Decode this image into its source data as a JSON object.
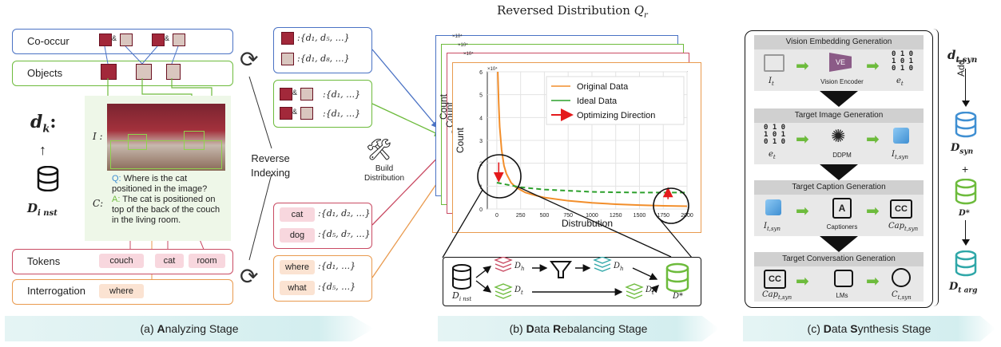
{
  "analyzing": {
    "cooccur": "Co-occur",
    "objects": "Objects",
    "tokens": "Tokens",
    "interrogation": "Interrogation",
    "token_chips": [
      "couch",
      "cat",
      "room"
    ],
    "interrogation_chip": "where",
    "image_label": "I :",
    "caption_label": "C:",
    "q_prefix": "Q:",
    "q_text": "Where is the cat positioned in the image?",
    "a_prefix": "A:",
    "a_text": "The cat is positioned on top of the back of the couch in the living room.",
    "dk": "d",
    "dk_sub": "k",
    "dk_colon": ":",
    "dinst": "D",
    "dinst_sub": "i nst",
    "amp": "&"
  },
  "indexing": {
    "reverse": "Reverse",
    "indexing": "Indexing",
    "build": "Build",
    "distribution": "Distribution",
    "cooccur_sets": [
      ":{d₁, d₅, …}",
      ":{d₁, d₈, …}"
    ],
    "object_sets": [
      ":{d₁, …}",
      ":{d₁, …}"
    ],
    "token_rows": [
      {
        "word": "cat",
        "set": ":{d₁, d₂, …}"
      },
      {
        "word": "dog",
        "set": ":{d₅, d₇, …}"
      }
    ],
    "interrogation_rows": [
      {
        "word": "where",
        "set": ":{d₁, …}"
      },
      {
        "word": "what",
        "set": ":{d₅, …}"
      }
    ]
  },
  "rebalancing": {
    "title": "Reversed Distribution",
    "title_var": "Q",
    "title_sub": "r",
    "back_label": "Count",
    "exp_label": "×10⁴",
    "pipeline": {
      "dinst": "D",
      "dinst_sub": "i nst",
      "dh": "D",
      "dh_sub": "h",
      "dt": "D",
      "dt_sub": "t",
      "dstar": "D*"
    }
  },
  "chart_data": {
    "type": "line",
    "xlabel": "Distrubution",
    "ylabel": "Count",
    "exponent_label": "×10⁴",
    "xlim": [
      -100,
      2000
    ],
    "ylim": [
      0,
      6
    ],
    "xticks": [
      "0",
      "250",
      "500",
      "750",
      "1000",
      "1250",
      "1500",
      "1750",
      "2000"
    ],
    "yticks": [
      "0",
      "1",
      "2",
      "3",
      "4",
      "5",
      "6"
    ],
    "grid": true,
    "legend_position": "top-right",
    "series": [
      {
        "name": "Original Data",
        "color": "#f28e2b",
        "style": "solid",
        "x": [
          10,
          20,
          30,
          50,
          75,
          100,
          150,
          200,
          300,
          400,
          500,
          750,
          1000,
          1250,
          1500,
          1750,
          2000
        ],
        "y": [
          6.0,
          4.6,
          3.6,
          2.6,
          1.9,
          1.55,
          1.15,
          0.95,
          0.72,
          0.6,
          0.5,
          0.36,
          0.27,
          0.21,
          0.17,
          0.14,
          0.12
        ]
      },
      {
        "name": "Ideal Data",
        "color": "#2ca02c",
        "style": "dashed",
        "x": [
          0,
          250,
          500,
          750,
          1000,
          1250,
          1500,
          1750,
          2000
        ],
        "y": [
          1.15,
          0.95,
          0.85,
          0.8,
          0.75,
          0.73,
          0.72,
          0.72,
          0.72
        ]
      },
      {
        "name": "Optimizing Direction",
        "color": "#e41a1c",
        "style": "arrow",
        "x": [
          20,
          1800
        ],
        "y": [
          1.2,
          0.5
        ]
      }
    ]
  },
  "synthesis": {
    "g1_title": "Vision Embedding Generation",
    "g1_labels": [
      "Vision Encoder"
    ],
    "g1_vars": [
      {
        "v": "I",
        "s": "t"
      },
      {
        "v": "e",
        "s": "t"
      }
    ],
    "ve": "VE",
    "g2_title": "Target Image Generation",
    "g2_labels": [
      "DDPM"
    ],
    "g2_vars": [
      {
        "v": "e",
        "s": "t"
      },
      {
        "v": "I",
        "s": "t,syn"
      }
    ],
    "g3_title": "Target Caption Generation",
    "g3_labels": [
      "Captioners"
    ],
    "g3_vars": [
      {
        "v": "I",
        "s": "t,syn"
      },
      {
        "v": "Cap",
        "s": "t,syn"
      }
    ],
    "g4_title": "Target Conversation Generation",
    "g4_labels": [
      "LMs"
    ],
    "g4_vars": [
      {
        "v": "Cap",
        "s": "t,syn"
      },
      {
        "v": "C",
        "s": "t,syn"
      }
    ],
    "binary": "0 1 0\n1 0 1\n0 1 0",
    "cc": "CC",
    "a_icon": "A",
    "dtsyn": "d",
    "dtsyn_sub": "t,syn",
    "add": "Add",
    "dsyn": "D",
    "dsyn_sub": "syn",
    "plus": "+",
    "dstar": "D*",
    "dtarg": "D",
    "dtarg_sub": "t arg"
  },
  "stages": {
    "a": {
      "pre": "(a) ",
      "b": "A",
      "post": "nalyzing Stage"
    },
    "b": {
      "pre": "(b) ",
      "b1": "D",
      "mid": "ata ",
      "b2": "R",
      "post": "ebalancing Stage"
    },
    "c": {
      "pre": "(c) ",
      "b1": "D",
      "mid": "ata ",
      "b2": "S",
      "post": "ynthesis Stage"
    }
  },
  "colors": {
    "cooccur": "#4a72c4",
    "objects": "#6dbb3c",
    "tokens": "#c94b63",
    "interrogation": "#e99a4e",
    "token_fill": "#f8d7de",
    "interrogation_fill": "#fbe3d2",
    "db_green": "#6dbb3c",
    "db_blue": "#3f8fd2",
    "db_teal": "#2fa7a8"
  }
}
